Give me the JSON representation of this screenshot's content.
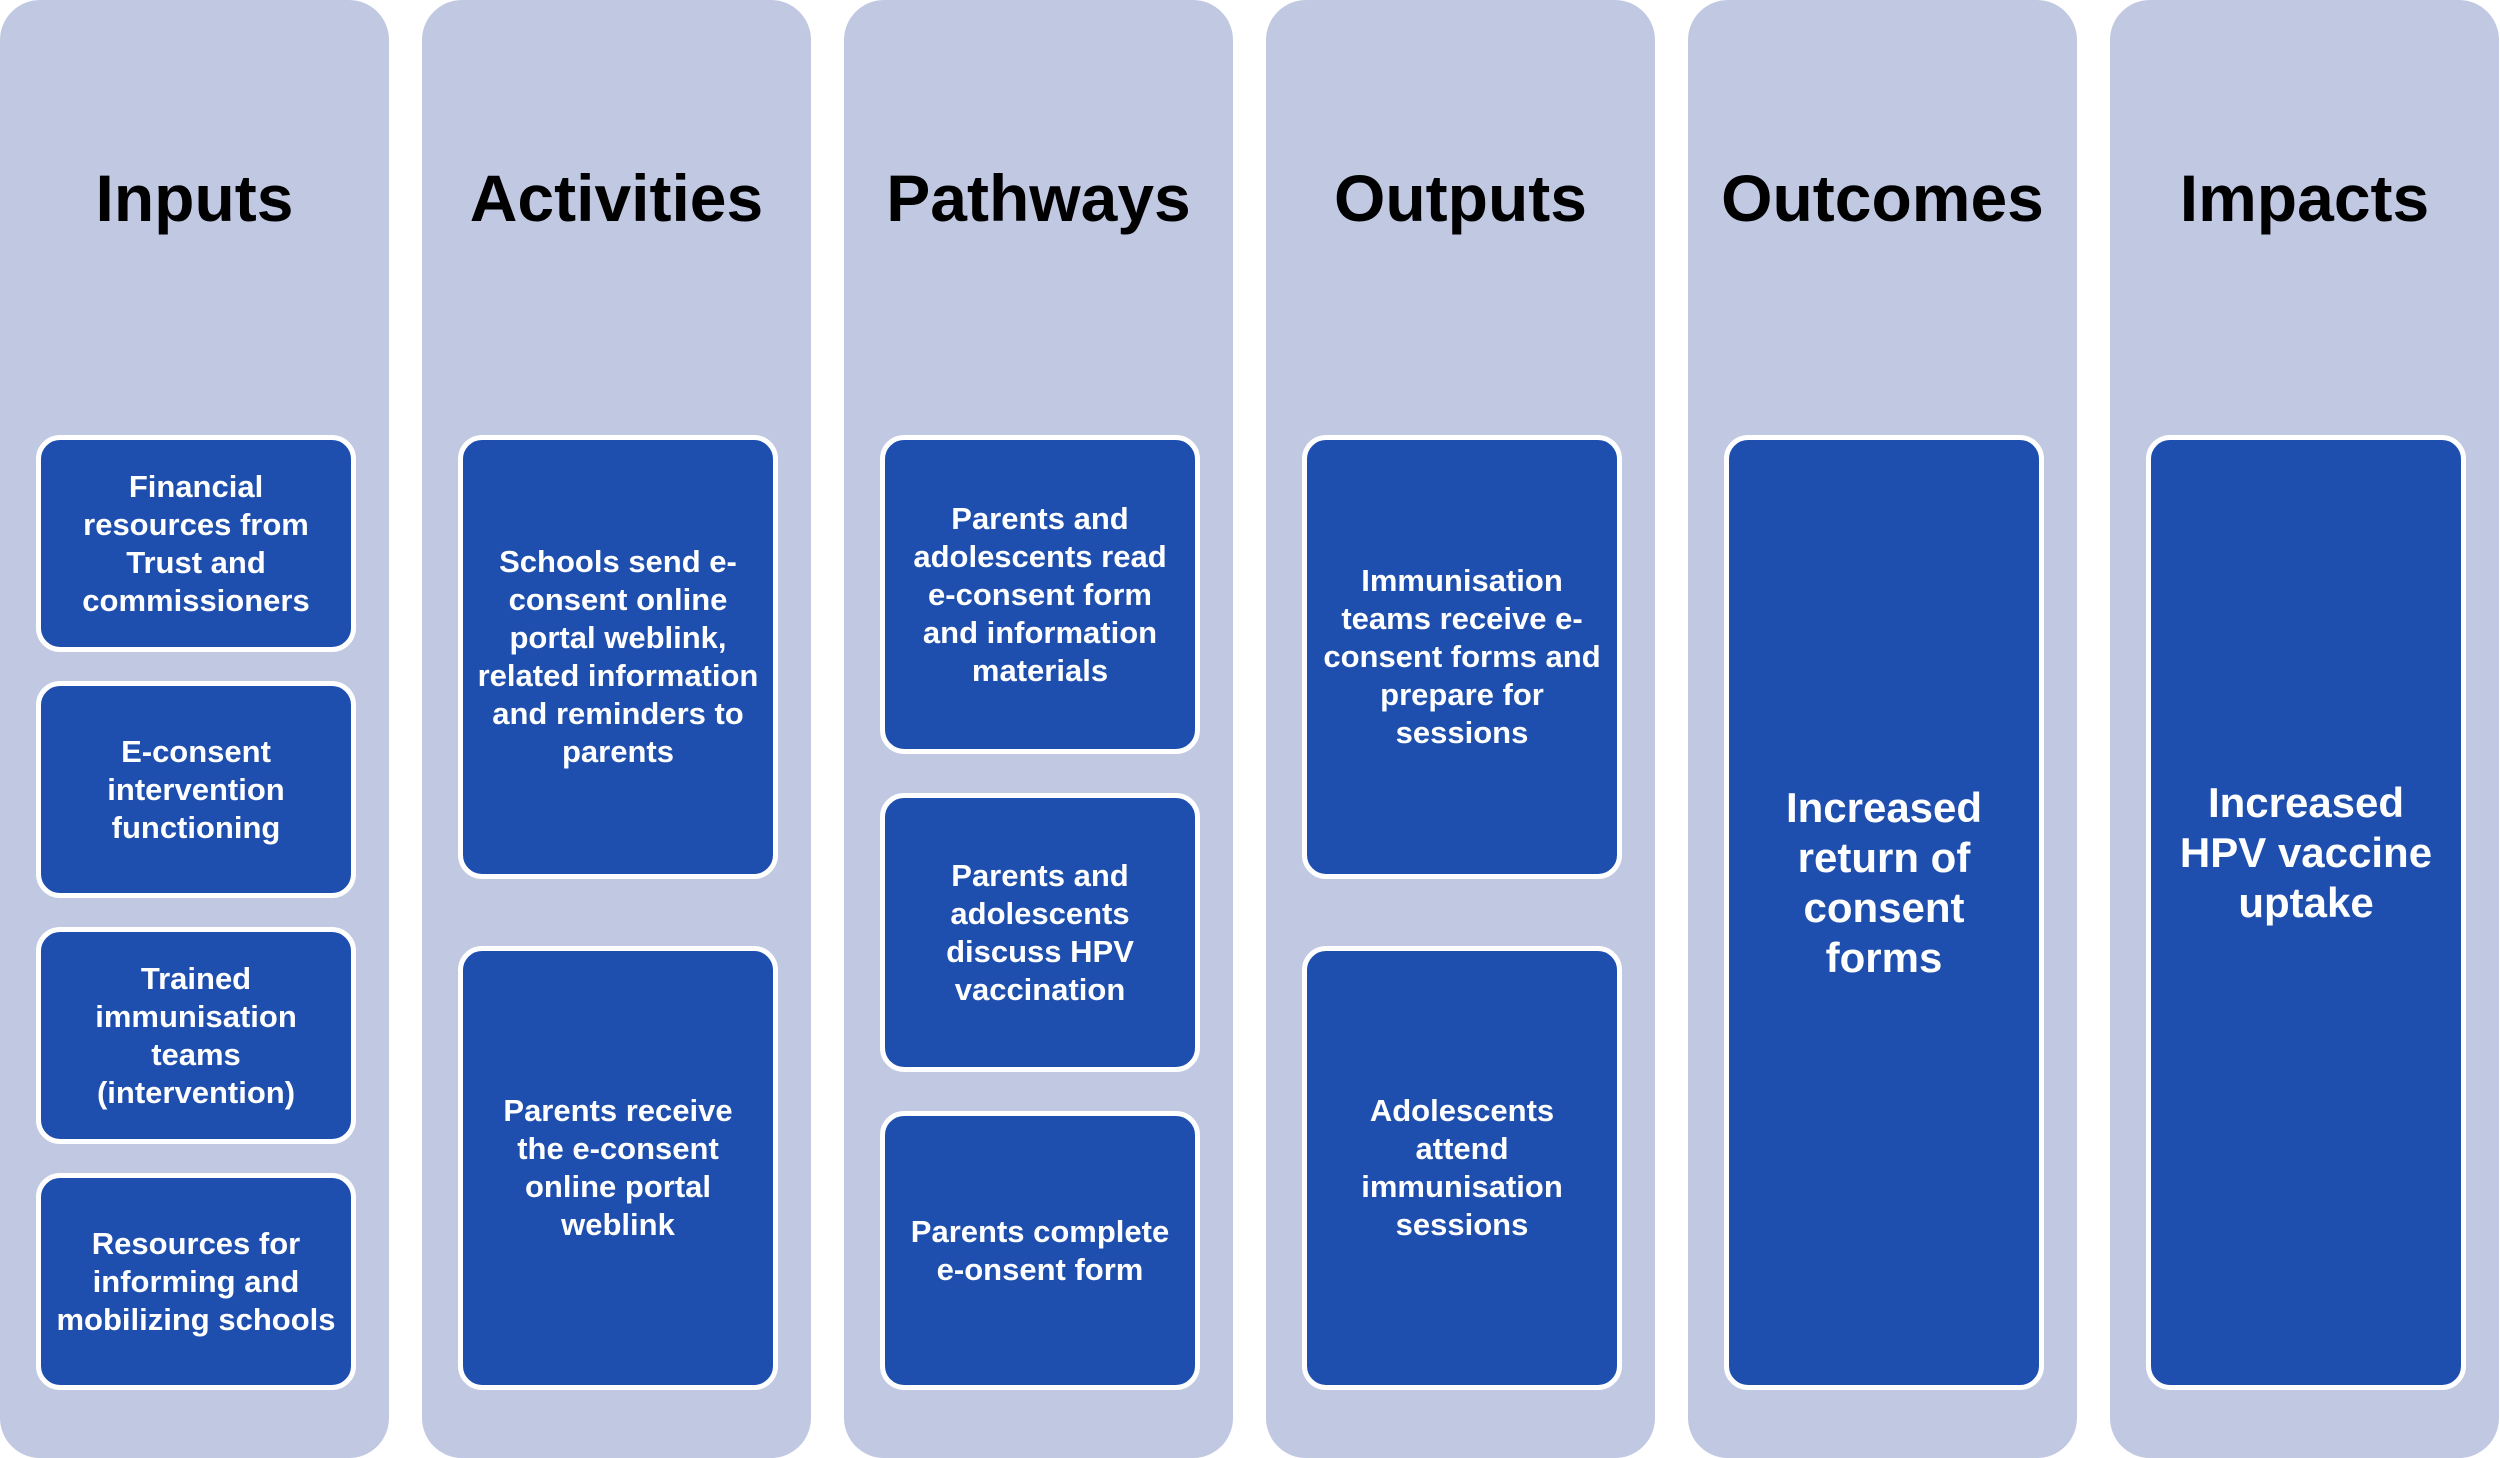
{
  "columns": [
    {
      "title": "Inputs",
      "boxes": [
        "Financial resources from Trust and commissioners",
        "E-consent intervention functioning",
        "Trained immunisation teams (intervention)",
        "Resources for informing and mobilizing schools"
      ]
    },
    {
      "title": "Activities",
      "boxes": [
        "Schools send e-consent online portal weblink, related information and reminders to parents",
        "Parents receive the e-consent online portal weblink"
      ]
    },
    {
      "title": "Pathways",
      "boxes": [
        "Parents and adolescents read e-consent form and information materials",
        "Parents and adolescents discuss HPV vaccination",
        "Parents complete e-onsent form"
      ]
    },
    {
      "title": "Outputs",
      "boxes": [
        "Immunisation teams receive e-consent forms and prepare for sessions",
        "Adolescents attend immunisation sessions"
      ]
    },
    {
      "title": "Outcomes",
      "boxes": [
        "Increased return of consent forms"
      ]
    },
    {
      "title": "Impacts",
      "boxes": [
        "Increased HPV vaccine uptake"
      ]
    }
  ],
  "colors": {
    "column_background": "#c0c8e2",
    "box_fill": "#1f4fae",
    "box_border": "#ffffff",
    "box_text": "#ffffff",
    "title_text": "#000000"
  }
}
